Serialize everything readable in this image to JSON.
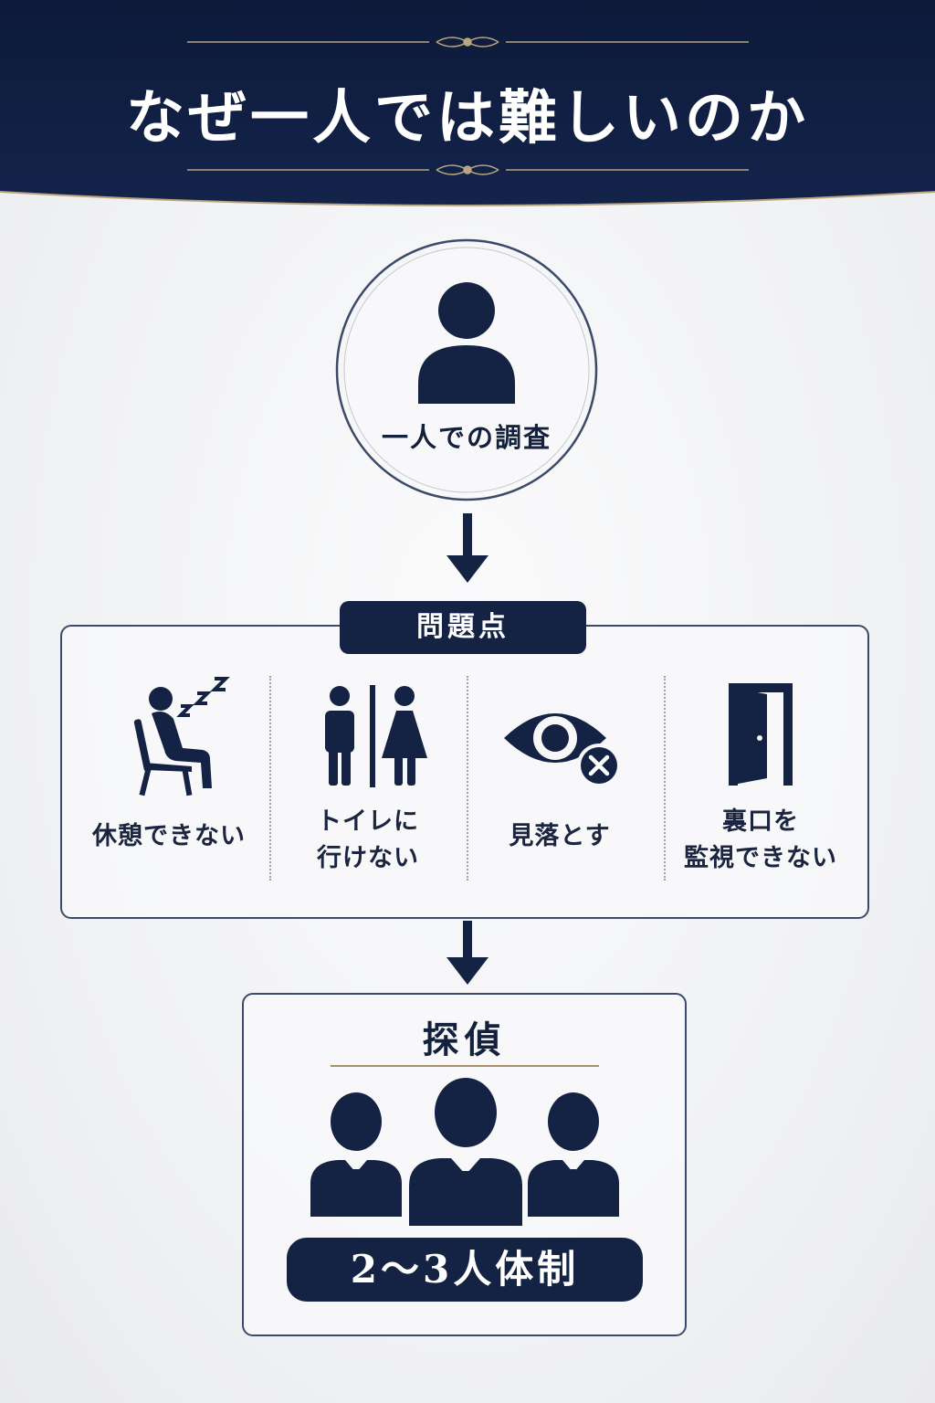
{
  "header": {
    "title": "なぜ一人では難しいのか"
  },
  "solo": {
    "label": "一人での調査",
    "icon": "person-icon"
  },
  "problems": {
    "title": "問題点",
    "items": [
      {
        "icon": "resting-sleeping-person-icon",
        "lines": [
          "休憩できない"
        ]
      },
      {
        "icon": "restroom-icon",
        "lines": [
          "トイレに",
          "行けない"
        ]
      },
      {
        "icon": "eye-crossed-icon",
        "lines": [
          "見落とす"
        ]
      },
      {
        "icon": "open-door-icon",
        "lines": [
          "裏口を",
          "監視できない"
        ]
      }
    ]
  },
  "detective": {
    "title": "探偵",
    "team_icon": "three-agents-icon",
    "badge": "2～3人体制"
  },
  "colors": {
    "navy": "#142244",
    "gold": "#a58e6a",
    "background": "#f1f2f4"
  }
}
